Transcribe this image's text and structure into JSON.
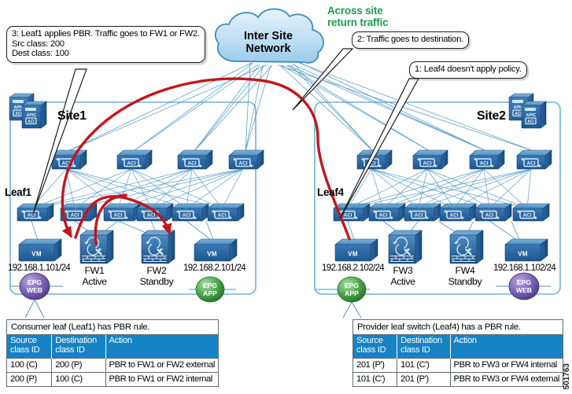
{
  "callouts": [
    {
      "id": "c3",
      "lines": [
        "3: Leaf1 applies PBR. Traffic goes to FW1 or FW2.",
        "Src class: 200",
        "Dest class: 100"
      ]
    },
    {
      "id": "c2",
      "lines": [
        "2: Traffic goes to destination."
      ]
    },
    {
      "id": "c1",
      "lines": [
        "1: Leaf4 doesn't apply policy."
      ]
    }
  ],
  "annotation": {
    "across_site_return_traffic": "Across site\nreturn traffic",
    "line1": "Across site",
    "line2": "return traffic",
    "color": "#1e9b4e"
  },
  "cloud": {
    "line1": "Inter Site",
    "line2": "Network",
    "fill": "#bcdcf0",
    "stroke": "#3d8dbb"
  },
  "sites": [
    {
      "id": "site1",
      "title": "Site1",
      "leaf_label": "Leaf1",
      "apic_label": "APIC",
      "spine_count": 4,
      "leaf_count": 6,
      "switch_badge": "ACI",
      "endpoints": [
        {
          "name": "VM",
          "type": "vm",
          "ip": "192.168.1.101/24"
        },
        {
          "name": "FW1",
          "sub": "Active",
          "type": "firewall"
        },
        {
          "name": "FW2",
          "sub": "Standby",
          "type": "firewall"
        },
        {
          "name": "VM",
          "type": "vm",
          "ip": "192.168.2.101/24"
        }
      ],
      "epgs": [
        {
          "line1": "EPG",
          "line2": "WEB",
          "color": "#7b63b5"
        },
        {
          "line1": "EPG",
          "line2": "APP",
          "color": "#4aa44a"
        }
      ]
    },
    {
      "id": "site2",
      "title": "Site2",
      "leaf_label": "Leaf4",
      "apic_label": "APIC",
      "spine_count": 4,
      "leaf_count": 6,
      "switch_badge": "ACI",
      "endpoints": [
        {
          "name": "VM",
          "type": "vm",
          "ip": "192.168.2.102/24"
        },
        {
          "name": "FW3",
          "sub": "Active",
          "type": "firewall"
        },
        {
          "name": "FW4",
          "sub": "Standby",
          "type": "firewall"
        },
        {
          "name": "VM",
          "type": "vm",
          "ip": "192.168.1.102/24"
        }
      ],
      "epgs": [
        {
          "line1": "EPG",
          "line2": "APP",
          "color": "#4aa44a"
        },
        {
          "line1": "EPG",
          "line2": "WEB",
          "color": "#7b63b5"
        }
      ]
    }
  ],
  "tables": [
    {
      "id": "consumer-table",
      "caption": "Consumer leaf (Leaf1) has PBR rule.",
      "headers": [
        "Source\nclass ID",
        "Destination\nclass ID",
        "Action"
      ],
      "headers_flat": [
        "Source class ID",
        "Destination class ID",
        "Action"
      ],
      "header_h1": [
        "Source",
        "Destination",
        "Action"
      ],
      "header_h2": [
        "class ID",
        "class ID",
        ""
      ],
      "rows": [
        [
          "100 (C)",
          "200 (P)",
          "PBR to FW1 or FW2 external"
        ],
        [
          "200 (P)",
          "100 (C)",
          "PBR to FW1 or FW2 internal"
        ]
      ]
    },
    {
      "id": "provider-table",
      "caption": "Provider leaf switch (Leaf4) has a PBR rule.",
      "headers": [
        "Source\nclass ID",
        "Destination\nclass ID",
        "Action"
      ],
      "headers_flat": [
        "Source class ID",
        "Destination class ID",
        "Action"
      ],
      "header_h1": [
        "Source",
        "Destination",
        "Action"
      ],
      "header_h2": [
        "class ID",
        "class ID",
        ""
      ],
      "rows": [
        [
          "201 (P')",
          "101 (C')",
          "PBR to FW3 or FW4 internal"
        ],
        [
          "101 (C')",
          "201 (P')",
          "PBR to FW3 or FW4 external"
        ]
      ]
    }
  ],
  "doc_number": "501763",
  "colors": {
    "table_header": "#1683c4",
    "traffic_arrow": "#c3161c",
    "fabric_link": "#3d8dbb",
    "site_border": "#6fb2d6",
    "device_blue": "#2a6fae"
  }
}
